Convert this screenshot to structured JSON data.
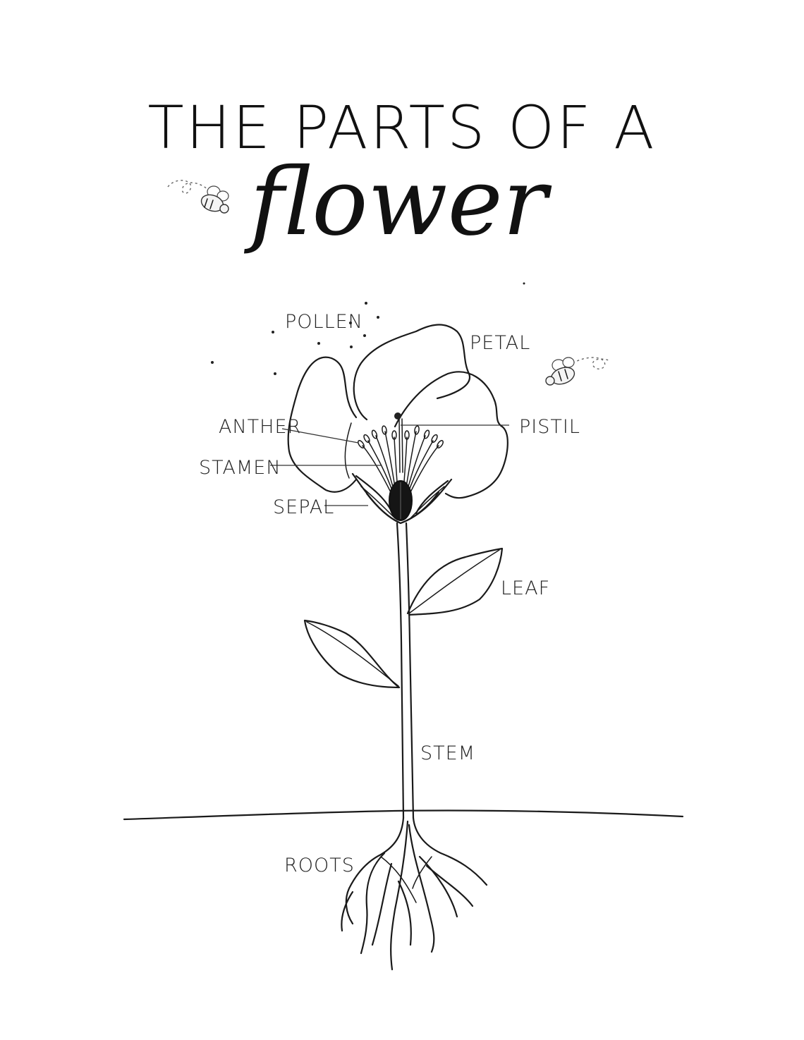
{
  "title": {
    "line1": "THE PARTS OF A",
    "line2": "flower"
  },
  "labels": {
    "pollen": "POLLEN",
    "petal": "PETAL",
    "anther": "ANTHER",
    "pistil": "PISTIL",
    "stamen": "STAMEN",
    "sepal": "SEPAL",
    "leaf": "LEAF",
    "stem": "STEM",
    "roots": "ROOTS"
  }
}
